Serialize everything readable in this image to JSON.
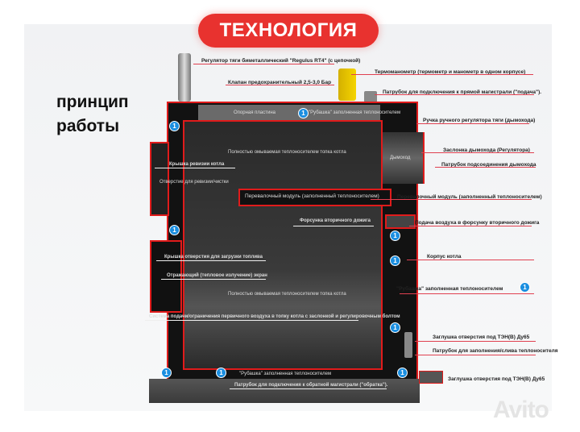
{
  "title": "ТЕХНОЛОГИЯ",
  "side_title": [
    "принцип",
    "работы"
  ],
  "badge": "1",
  "watermark": "Avito",
  "labels": {
    "regulator": "Регулятор тяги биметаллический \"Regulus RT4\" (с цепочкой)",
    "thermomanometer": "Термоманометр (термометр и манометр в одном корпусе)",
    "valve": "Клапан предохранительный 2,5-3,0 Бар",
    "supply": "Патрубок для подключения  к прямой магистрали (\"подача\").",
    "plate": "Опорная пластина",
    "jacket_top": "\"Рубашка\" заполненная теплоносителем",
    "handle": "Ручка ручного регулятора тяги (дымохода)",
    "firebox_top": "Полностью омываемая теплоносителем топка котла",
    "damper": "Заслонка дымохода (Регулятора)",
    "chimney": "Дымоход",
    "revision_cover": "Крышка ревизии котла",
    "chimney_pipe": "Патрубок подсоединения дымохода",
    "revision_hole": "Отверстие для ревизии/чистки",
    "module_box": "Перевалочный модуль (заполненный теплоносителем)",
    "module_right": "Перевалочный модуль (заполненный теплоносителем)",
    "nozzle": "Форсунка вторичного дожига",
    "nozzle_air": "Подача воздуха в форсунку вторичного дожига",
    "fuel_cover": "Крышка отверстия для загрузки топлива",
    "body": "Корпус котла",
    "screen": "Отражающий (тепловое излучение) экран",
    "firebox_bottom": "Полностью омываемая теплоносителем топка котла",
    "jacket_right": "\"Рубашка\" заполненная теплоносителем",
    "primary_air": "Система подачи/ограничения первичного воздуха в топку котла с заслонкой и регулировочным болтом",
    "plug1": "Заглушка отверстия под ТЭН(В) Ду65",
    "fill_drain": "Патрубок для заполнения/слива теплоносителя",
    "jacket_bottom": "\"Рубашка\" заполненная теплоносителем",
    "plug2": "Заглушка отверстия под ТЭН(В) Ду65",
    "return": "Патрубок для подключения  к обратной магистрали (\"обратка\")."
  },
  "colors": {
    "accent": "#e8322f",
    "badge": "#1a8ee0",
    "body": "#121212"
  }
}
